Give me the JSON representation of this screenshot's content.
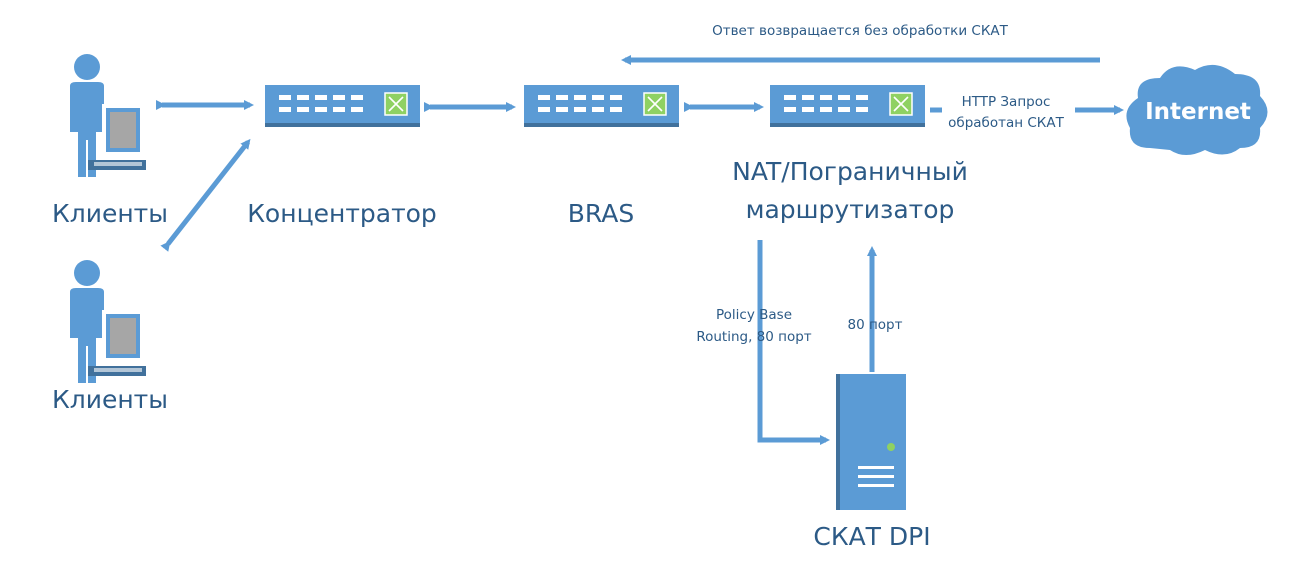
{
  "title": "Схема включения СКАТ DPI",
  "colors": {
    "primary": "#5b9bd5",
    "dark": "#41719c",
    "text": "#2c5a86",
    "switch_icon": "#8fd163"
  },
  "nodes": {
    "clients_top": {
      "label": "Клиенты",
      "icon": "user-with-computer-icon"
    },
    "clients_bottom": {
      "label": "Клиенты",
      "icon": "user-with-computer-icon"
    },
    "concentrator": {
      "label": "Концентратор",
      "icon": "network-switch-icon"
    },
    "bras": {
      "label": "BRAS",
      "icon": "network-switch-icon"
    },
    "nat_router": {
      "label_line1": "NAT/Пограничный",
      "label_line2": "маршрутизатор",
      "icon": "network-switch-icon"
    },
    "internet": {
      "label": "Internet",
      "icon": "cloud-icon"
    },
    "dpi": {
      "label": "СКАТ DPI",
      "icon": "server-tower-icon"
    }
  },
  "edges": {
    "response_return": {
      "label": "Ответ возвращается без обработки СКАТ"
    },
    "http_request": {
      "label_line1": "HTTP Запрос",
      "label_line2": "обработан СКАТ"
    },
    "pbr": {
      "label_line1": "Policy Base",
      "label_line2": "Routing, 80 порт"
    },
    "port80": {
      "label": "80 порт"
    }
  }
}
